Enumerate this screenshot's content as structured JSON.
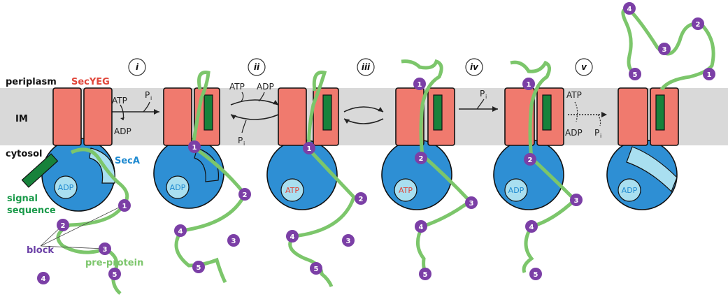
{
  "labels": {
    "periplasm": "periplasm",
    "im": "IM",
    "cytosol": "cytosol",
    "secyeg": "SecYEG",
    "seca": "SecA",
    "signal_1": "signal",
    "signal_2": "sequence",
    "block": "block",
    "preprotein": "pre-protein"
  },
  "steps": [
    "i",
    "ii",
    "iii",
    "iv",
    "v"
  ],
  "reactions": {
    "r1": {
      "atp": "ATP",
      "adp": "ADP",
      "pi": "P",
      "pi_sub": "i"
    },
    "r2": {
      "atp": "ATP",
      "adp": "ADP",
      "pi": "P",
      "pi_sub": "i"
    },
    "r4": {
      "pi": "P",
      "pi_sub": "i"
    },
    "r5": {
      "atp": "ATP",
      "adp": "ADP",
      "pi": "P",
      "pi_sub": "i"
    }
  },
  "nucleotides": [
    "ADP",
    "ADP",
    "ATP",
    "ATP",
    "ADP",
    "ADP"
  ],
  "blocks": [
    "1",
    "2",
    "3",
    "4",
    "5"
  ],
  "colors": {
    "membrane": "#d9d9d9",
    "secyeg": "#f07a6e",
    "seca": "#2e8fd4",
    "seca_light": "#a9dff0",
    "chain": "#7cc66b",
    "signal": "#17823b",
    "block": "#7b3fa6",
    "label_secyeg": "#e0463a",
    "label_seca": "#1f8ad0",
    "label_signal": "#1a9a4a",
    "label_block": "#6a3fa6",
    "label_preprotein": "#7cc66b"
  }
}
